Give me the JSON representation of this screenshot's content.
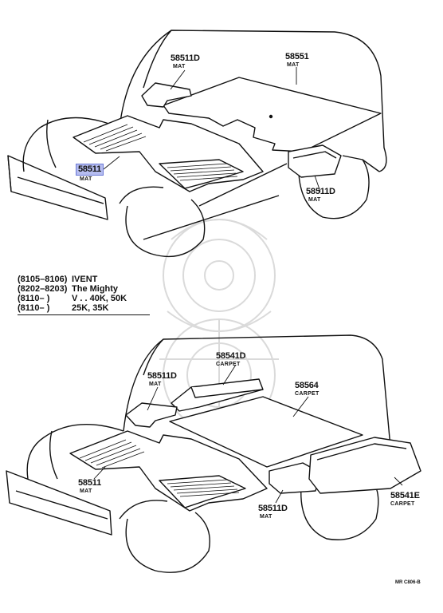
{
  "applicability": [
    {
      "range": "(8105–8106)",
      "desc": "IVENT"
    },
    {
      "range": "(8202–8203)",
      "desc": "The Mighty"
    },
    {
      "range": "(8110–      )",
      "desc": "V . . 40K, 50K"
    },
    {
      "range": "(8110–      )",
      "desc": "25K, 35K"
    }
  ],
  "top_labels": {
    "a": {
      "part": "58511D",
      "sub": "MAT"
    },
    "b": {
      "part": "58551",
      "sub": "MAT"
    },
    "c": {
      "part": "58511",
      "sub": "MAT"
    },
    "d": {
      "part": "58511D",
      "sub": "MAT"
    }
  },
  "bottom_labels": {
    "a": {
      "part": "58541D",
      "sub": "CARPET"
    },
    "b": {
      "part": "58511D",
      "sub": "MAT"
    },
    "c": {
      "part": "58564",
      "sub": "CARPET"
    },
    "d": {
      "part": "58511",
      "sub": "MAT"
    },
    "e": {
      "part": "58511D",
      "sub": "MAT"
    },
    "f": {
      "part": "58541E",
      "sub": "CARPET"
    }
  },
  "figure_code": "MR C806-B",
  "colors": {
    "ink": "#111111",
    "highlight": "#b6bdf0",
    "watermark": "#d8d8d8"
  }
}
